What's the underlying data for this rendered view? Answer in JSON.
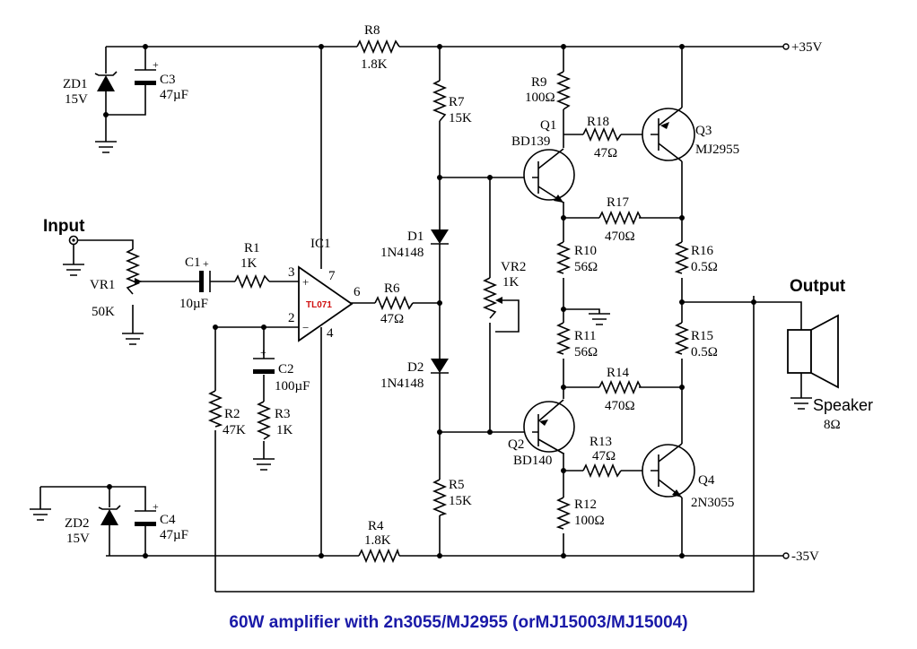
{
  "caption": "60W amplifier with 2n3055/MJ2955 (orMJ15003/MJ15004)",
  "rails": {
    "positive": "+35V",
    "negative": "-35V"
  },
  "io": {
    "input": "Input",
    "output": "Output",
    "speaker": "Speaker",
    "speaker_impedance": "8Ω"
  },
  "ic": {
    "name": "IC1",
    "part": "TL071",
    "pin_noninv": "3",
    "pin_inv": "2",
    "pin_vplus": "7",
    "pin_vminus": "4",
    "pin_out": "6",
    "plus_sign": "+",
    "minus_sign": "−"
  },
  "components": {
    "zd1": {
      "name": "ZD1",
      "value": "15V"
    },
    "zd2": {
      "name": "ZD2",
      "value": "15V"
    },
    "c1": {
      "name": "C1",
      "value": "10µF"
    },
    "c2": {
      "name": "C2",
      "value": "100µF"
    },
    "c3": {
      "name": "C3",
      "value": "47µF"
    },
    "c4": {
      "name": "C4",
      "value": "47µF"
    },
    "vr1": {
      "name": "VR1",
      "value": "50K"
    },
    "vr2": {
      "name": "VR2",
      "value": "1K"
    },
    "r1": {
      "name": "R1",
      "value": "1K"
    },
    "r2": {
      "name": "R2",
      "value": "47K"
    },
    "r3": {
      "name": "R3",
      "value": "1K"
    },
    "r4": {
      "name": "R4",
      "value": "1.8K"
    },
    "r5": {
      "name": "R5",
      "value": "15K"
    },
    "r6": {
      "name": "R6",
      "value": "47Ω"
    },
    "r7": {
      "name": "R7",
      "value": "15K"
    },
    "r8": {
      "name": "R8",
      "value": "1.8K"
    },
    "r9": {
      "name": "R9",
      "value": "100Ω"
    },
    "r10": {
      "name": "R10",
      "value": "56Ω"
    },
    "r11": {
      "name": "R11",
      "value": "56Ω"
    },
    "r12": {
      "name": "R12",
      "value": "100Ω"
    },
    "r13": {
      "name": "R13",
      "value": "47Ω"
    },
    "r14": {
      "name": "R14",
      "value": "470Ω"
    },
    "r15": {
      "name": "R15",
      "value": "0.5Ω"
    },
    "r16": {
      "name": "R16",
      "value": "0.5Ω"
    },
    "r17": {
      "name": "R17",
      "value": "470Ω"
    },
    "r18": {
      "name": "R18",
      "value": "47Ω"
    },
    "d1": {
      "name": "D1",
      "value": "1N4148"
    },
    "d2": {
      "name": "D2",
      "value": "1N4148"
    },
    "q1": {
      "name": "Q1",
      "value": "BD139"
    },
    "q2": {
      "name": "Q2",
      "value": "BD140"
    },
    "q3": {
      "name": "Q3",
      "value": "MJ2955"
    },
    "q4": {
      "name": "Q4",
      "value": "2N3055"
    }
  },
  "polarity_mark": "+"
}
